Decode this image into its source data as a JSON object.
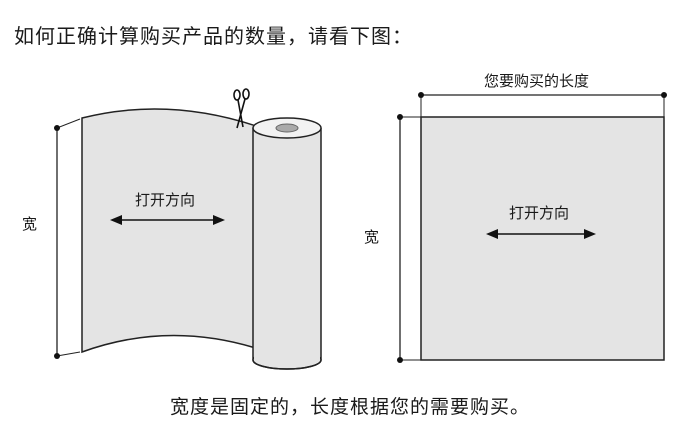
{
  "header": {
    "title": "如何正确计算购买产品的数量，请看下图："
  },
  "roll_figure": {
    "width_label": "宽",
    "direction_label": "打开方向"
  },
  "sheet_figure": {
    "length_label": "您要购买的长度",
    "width_label": "宽",
    "direction_label": "打开方向"
  },
  "footer": {
    "note": "宽度是固定的，长度根据您的需要购买。"
  }
}
